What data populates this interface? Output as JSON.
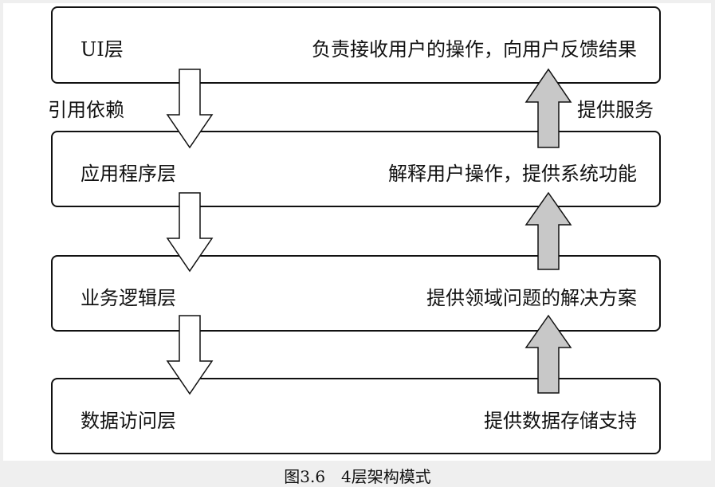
{
  "layers": [
    {
      "name": "UI层",
      "description": "负责接收用户的操作，向用户反馈结果"
    },
    {
      "name": "应用程序层",
      "description": "解释用户操作，提供系统功能"
    },
    {
      "name": "业务逻辑层",
      "description": "提供领域问题的解决方案"
    },
    {
      "name": "数据访问层",
      "description": "提供数据存储支持"
    }
  ],
  "labels": {
    "down": "引用依赖",
    "up": "提供服务"
  },
  "colors": {
    "up_arrow_fill": "#c8c8c8",
    "down_arrow_fill": "#ffffff"
  },
  "caption": "图3.6　4层架构模式"
}
